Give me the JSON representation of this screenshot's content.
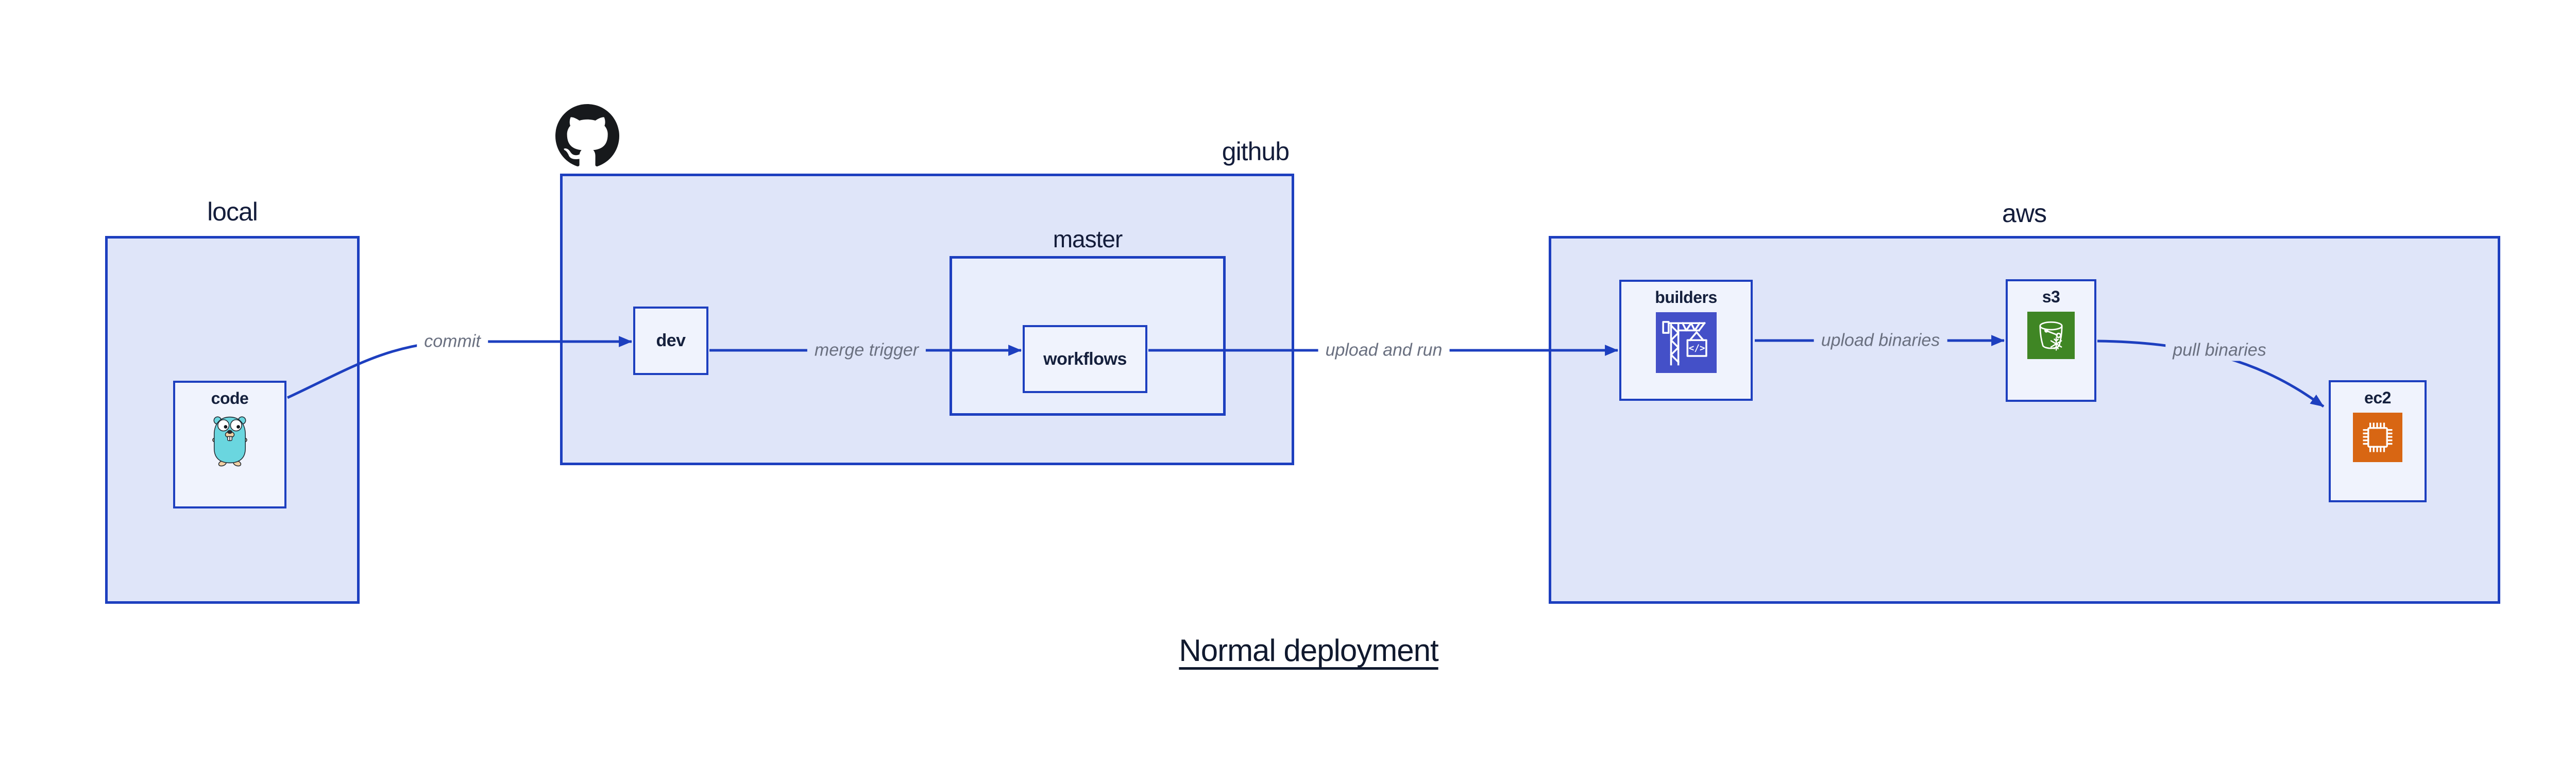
{
  "title": "Normal deployment",
  "groups": {
    "local": {
      "label": "local"
    },
    "github": {
      "label": "github"
    },
    "master": {
      "label": "master"
    },
    "aws": {
      "label": "aws"
    }
  },
  "nodes": {
    "code": {
      "label": "code"
    },
    "dev": {
      "label": "dev"
    },
    "workflows": {
      "label": "workflows"
    },
    "builders": {
      "label": "builders"
    },
    "s3": {
      "label": "s3"
    },
    "ec2": {
      "label": "ec2"
    }
  },
  "edges": {
    "commit": {
      "label": "commit"
    },
    "merge_trigger": {
      "label": "merge trigger"
    },
    "upload_and_run": {
      "label": "upload and run"
    },
    "upload_binaries": {
      "label": "upload binaries"
    },
    "pull_binaries": {
      "label": "pull binaries"
    }
  },
  "icons": {
    "github_logo": "github-octocat-mark",
    "code_icon": "go-gopher",
    "builders_icon": "aws-codebuild-crane",
    "builders_icon_glyph": "</>",
    "s3_icon": "aws-s3-bucket-snowflake",
    "ec2_icon": "aws-ec2-chip"
  },
  "colors": {
    "line_blue": "#1d3fbf",
    "group_fill": "#dfe5f9",
    "subgroup_fill": "#e9eefc",
    "node_fill": "#f0f3fd",
    "label_dark": "#141d3b",
    "edge_label_gray": "#6a7080",
    "codebuild_purple": "#4450c8",
    "s3_green": "#3f8624",
    "ec2_orange": "#d86613",
    "github_black": "#17191c",
    "gopher_teal": "#6ad6df"
  }
}
